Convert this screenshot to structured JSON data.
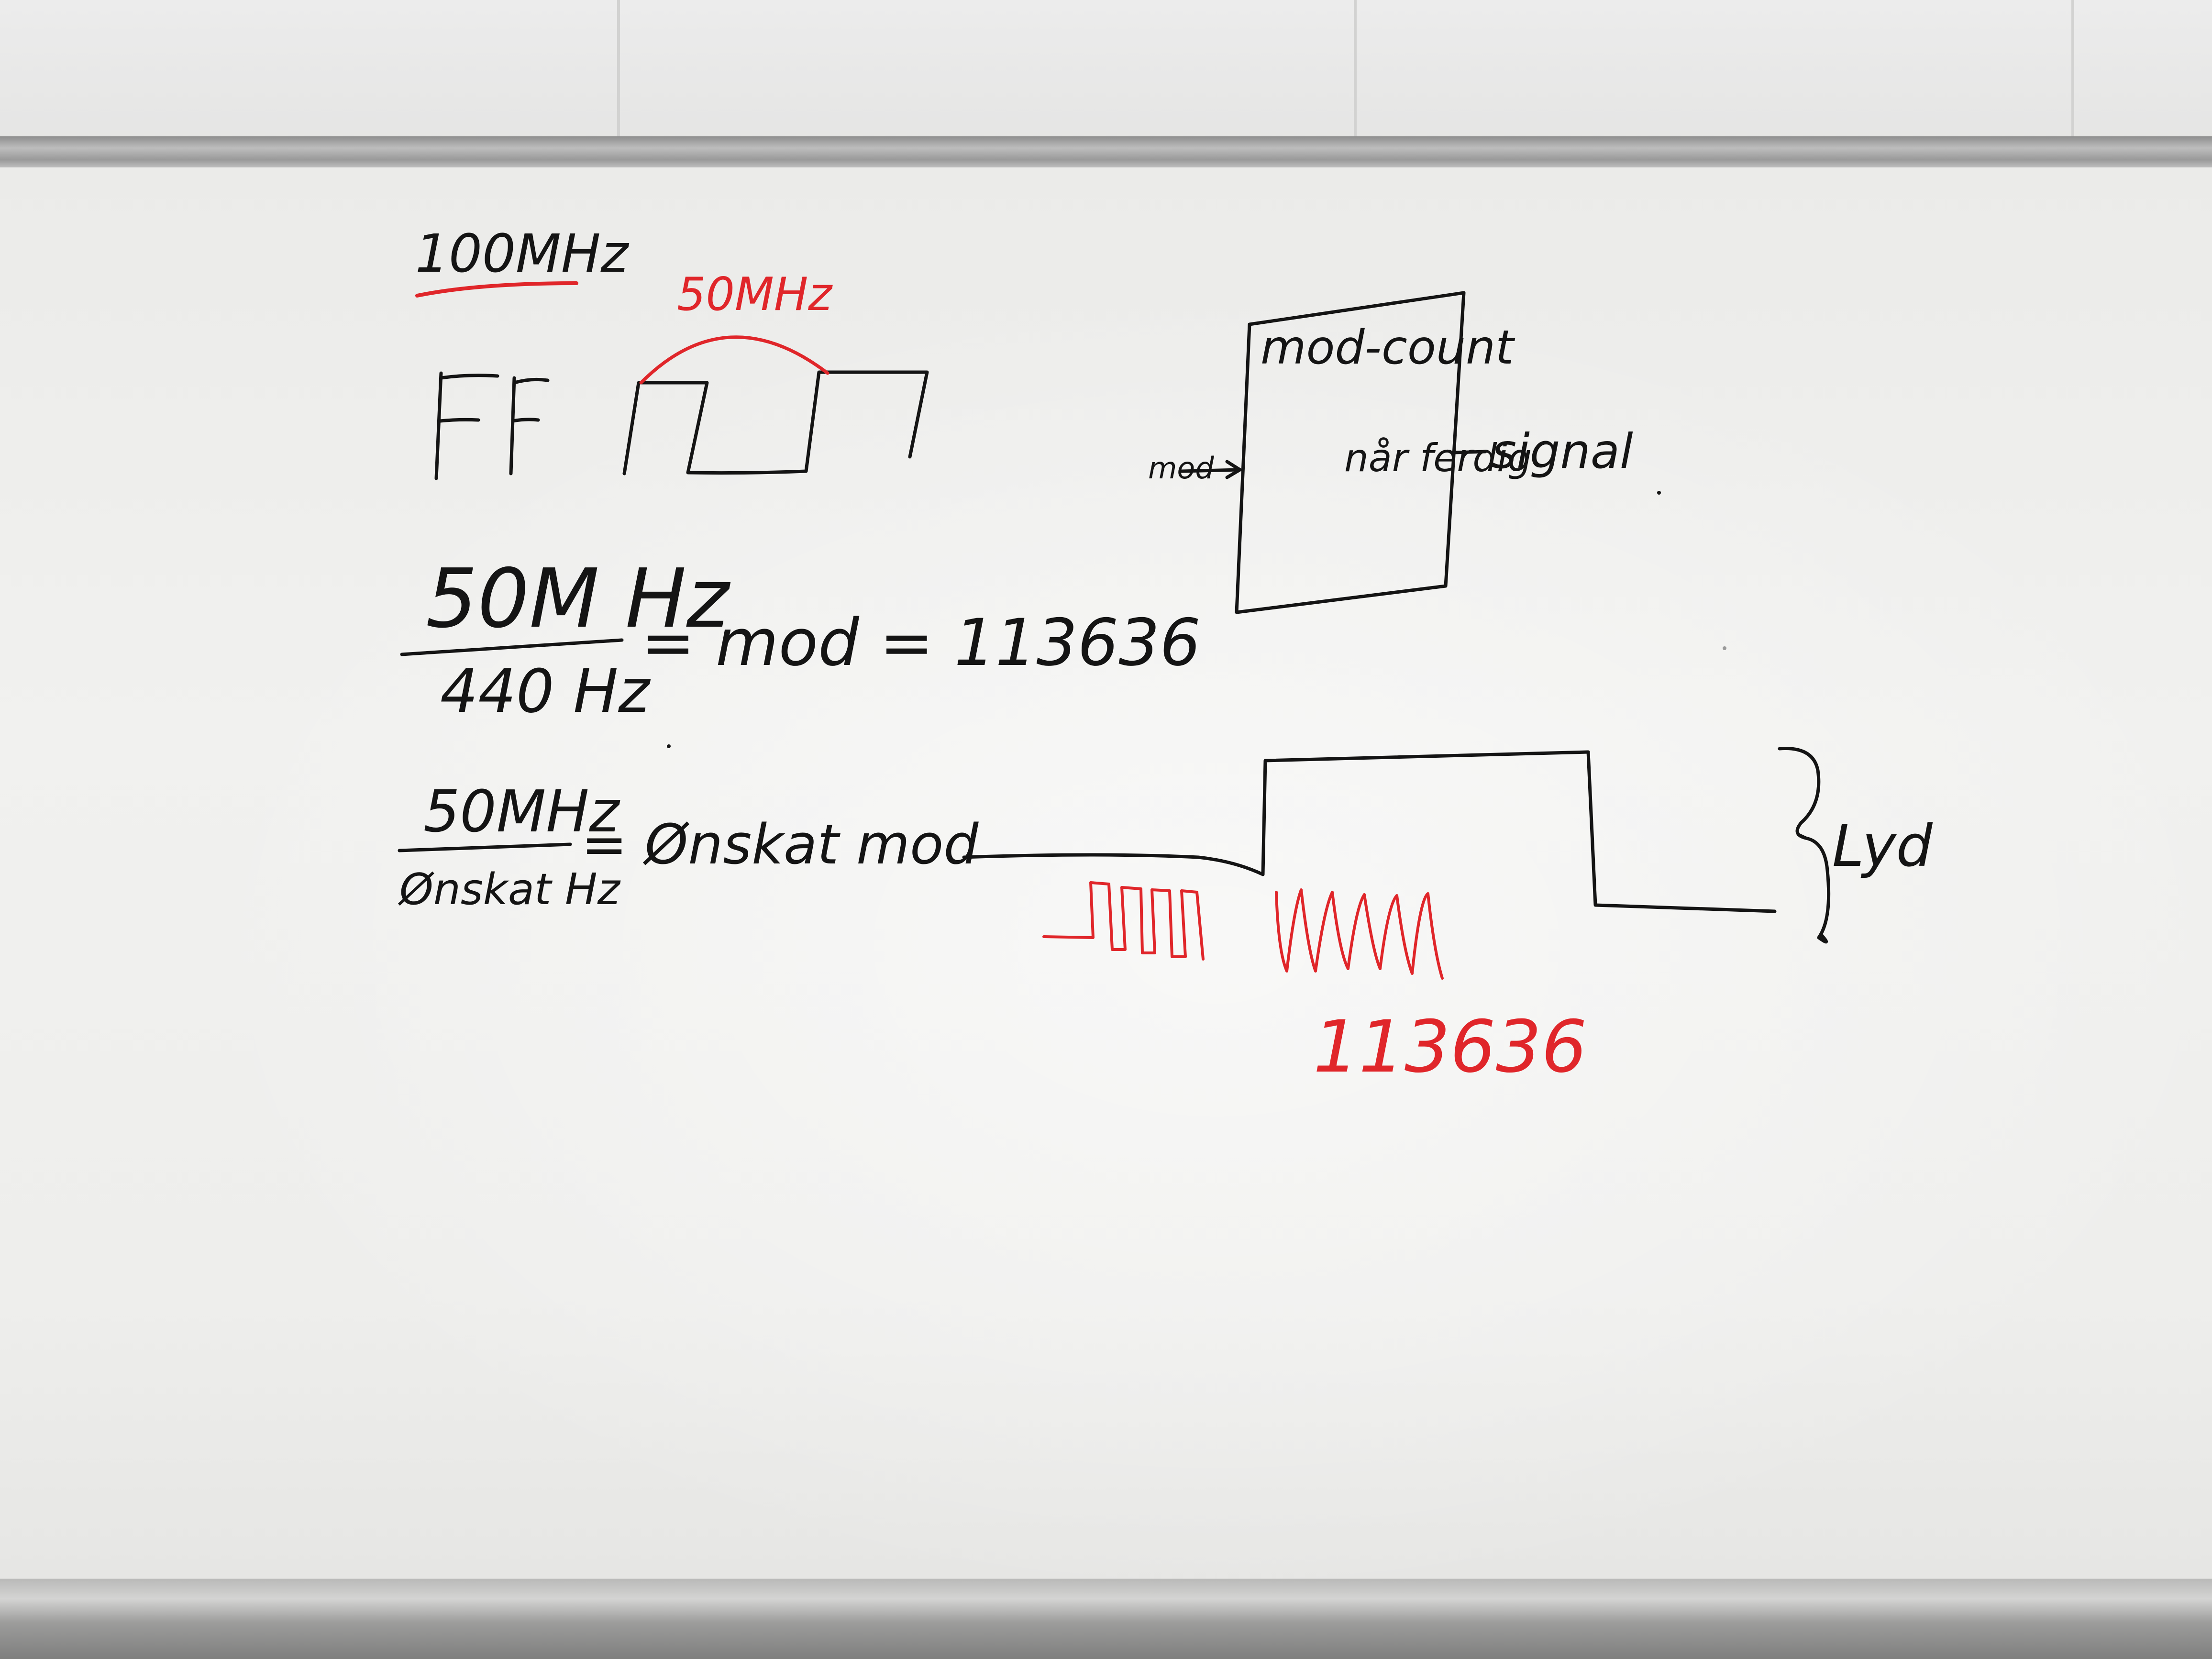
{
  "whiteboard": {
    "top_left_note": "100MHz",
    "halving_note": "50MHz",
    "flipflop_label": "FF",
    "formula1": {
      "numerator": "50M Hz",
      "denominator": "440 Hz",
      "result": "= mod = 113636"
    },
    "formula2": {
      "numerator": "50MHz",
      "denominator": "Ønskat Hz",
      "result": "= Ønskat mod"
    },
    "block": {
      "title": "mod-count",
      "input_label": "mod",
      "inner_label": "når ferdig",
      "output_label": "signal"
    },
    "count_label": "113636",
    "sound_label": "Lyd"
  },
  "colors": {
    "black_marker": "#141414",
    "red_marker": "#e0262a"
  }
}
